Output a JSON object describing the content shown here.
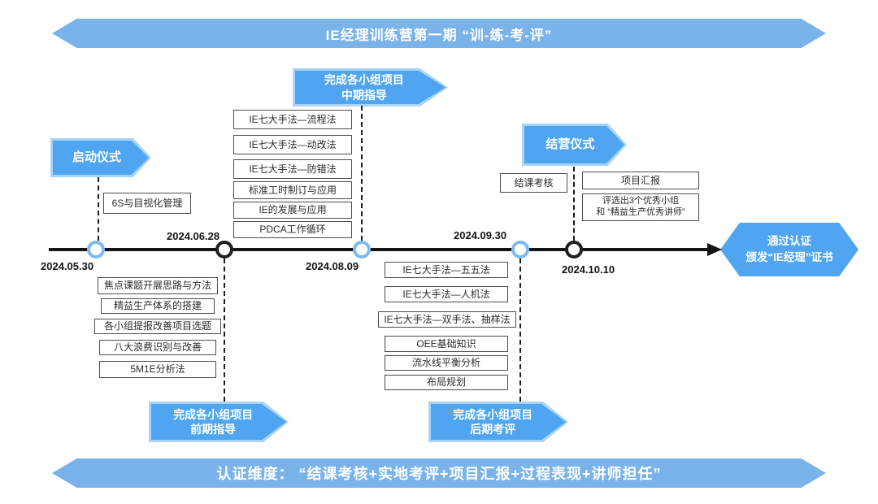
{
  "banners": {
    "top": "IE经理训练营第一期 “训-练-考-评”",
    "bottom": "认证维度： “结课考核+实地考评+项目汇报+过程表现+讲师担任”"
  },
  "timeline": {
    "dates": [
      "2024.05.30",
      "2024.06.28",
      "2024.08.09",
      "2024.09.30",
      "2024.10.10"
    ]
  },
  "flags": {
    "launch": "启动仪式",
    "mid_line1": "完成各小组项目",
    "mid_line2": "中期指导",
    "closing": "结营仪式",
    "early_line1": "完成各小组项目",
    "early_line2": "前期指导",
    "late_line1": "完成各小组项目",
    "late_line2": "后期考评"
  },
  "certificate": {
    "line1": "通过认证",
    "line2": "颁发“IE经理”证书"
  },
  "courses": {
    "launch_topics": [
      "6S与目视化管理"
    ],
    "mid_topics": [
      "IE七大手法—流程法",
      "IE七大手法—动改法",
      "IE七大手法—防错法",
      "标准工时制订与应用",
      "IE的发展与应用",
      "PDCA工作循环"
    ],
    "early_topics": [
      "焦点课题开展思路与方法",
      "精益生产体系的搭建",
      "各小组提报改善项目选题",
      "八大浪费识别与改善",
      "5M1E分析法"
    ],
    "late_topics": [
      "IE七大手法—五五法",
      "IE七大手法—人机法",
      "IE七大手法—双手法、抽样法",
      "OEE基础知识",
      "流水线平衡分析",
      "布局规划"
    ],
    "closing_exam": "结课考核",
    "closing_report": "项目汇报",
    "closing_award_line1": "评选出3个优秀小组",
    "closing_award_line2": "和 “精益生产优秀讲师”"
  },
  "colors": {
    "banner_blue": "#79B3EA",
    "flag_blue": "#4FA5F0",
    "flag_border": "#A9D3F7",
    "node_blue": "#7CBAF2",
    "node_black": "#1F1F1F",
    "line_black": "#141414"
  }
}
